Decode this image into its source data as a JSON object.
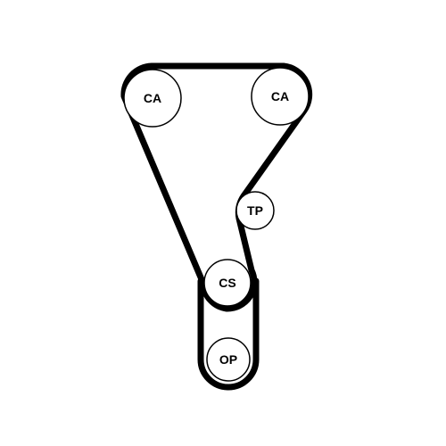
{
  "diagram": {
    "colors": {
      "belt": "#000000",
      "pulley_fill": "#ffffff",
      "background": "#ffffff"
    },
    "pulleys": {
      "camshaft_left": {
        "label": "CA"
      },
      "camshaft_right": {
        "label": "CA"
      },
      "tensioner": {
        "label": "TP"
      },
      "crankshaft": {
        "label": "CS"
      },
      "oil_pump": {
        "label": "OP"
      }
    }
  }
}
